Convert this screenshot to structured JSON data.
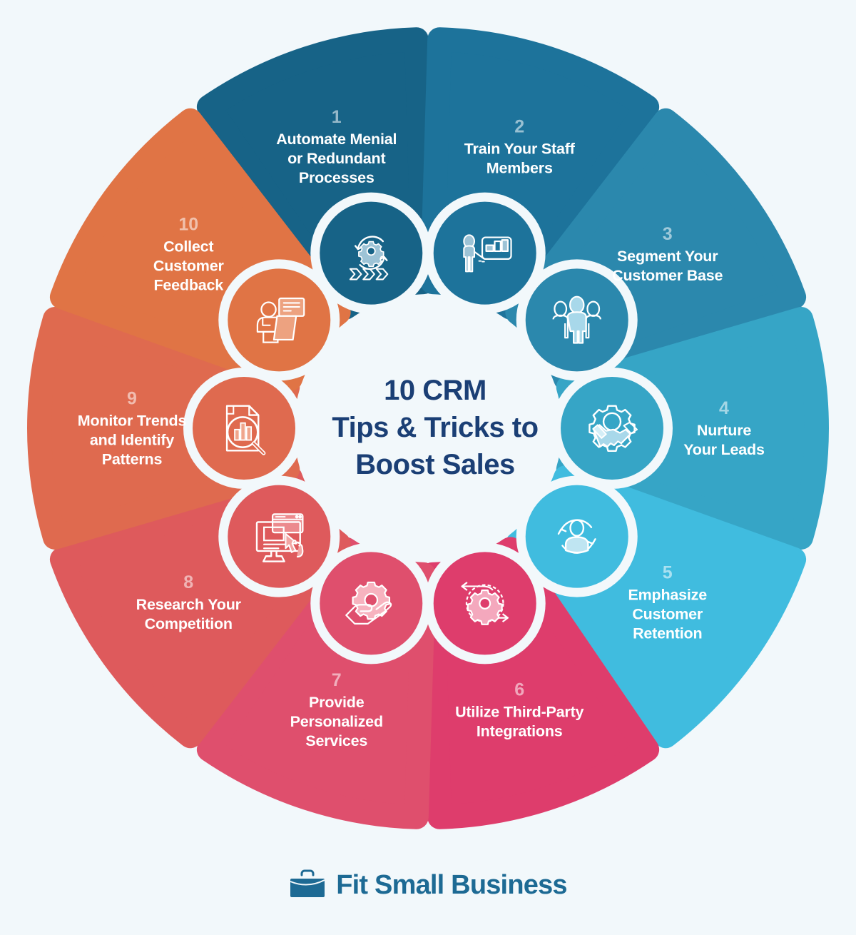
{
  "center": {
    "title_lines": [
      "10 CRM",
      "Tips & Tricks to",
      "Boost Sales"
    ],
    "title_color": "#1b3f75"
  },
  "background_color": "#f2f8fb",
  "segments": [
    {
      "number": "1",
      "lines": [
        "Automate Menial",
        "or Redundant",
        "Processes"
      ],
      "color": "#176387",
      "icon": "gear-cycle-arrows-icon"
    },
    {
      "number": "2",
      "lines": [
        "Train Your Staff",
        "Members"
      ],
      "color": "#1d739b",
      "icon": "presenter-whiteboard-icon"
    },
    {
      "number": "3",
      "lines": [
        "Segment Your",
        "Customer Base"
      ],
      "color": "#2b88ad",
      "icon": "people-group-icon"
    },
    {
      "number": "4",
      "lines": [
        "Nurture",
        "Your Leads"
      ],
      "color": "#36a5c6",
      "icon": "handshake-gear-icon"
    },
    {
      "number": "5",
      "lines": [
        "Emphasize",
        "Customer",
        "Retention"
      ],
      "color": "#40bcdf",
      "icon": "user-retention-cycle-icon"
    },
    {
      "number": "6",
      "lines": [
        "Utilize Third-Party",
        "Integrations"
      ],
      "color": "#de3d6c",
      "icon": "gear-integration-arrows-icon"
    },
    {
      "number": "7",
      "lines": [
        "Provide",
        "Personalized",
        "Services"
      ],
      "color": "#df4f6d",
      "icon": "hand-gear-service-icon"
    },
    {
      "number": "8",
      "lines": [
        "Research Your",
        "Competition"
      ],
      "color": "#de5a5c",
      "icon": "monitor-click-research-icon"
    },
    {
      "number": "9",
      "lines": [
        "Monitor Trends",
        "and Identify",
        "Patterns"
      ],
      "color": "#df6a4f",
      "icon": "report-magnifier-chart-icon"
    },
    {
      "number": "10",
      "lines": [
        "Collect",
        "Customer",
        "Feedback"
      ],
      "color": "#e07445",
      "icon": "person-feedback-bubble-icon"
    }
  ],
  "footer": {
    "brand": "Fit Small Business",
    "brand_color": "#1d6a94",
    "logo_icon": "briefcase-icon"
  }
}
